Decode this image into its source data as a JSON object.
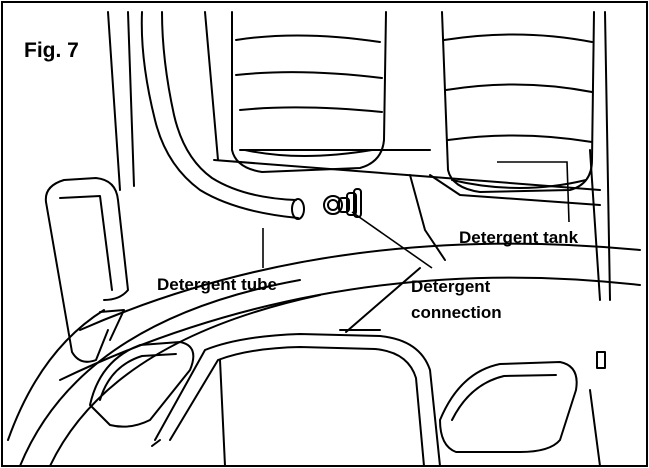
{
  "figure": {
    "label": "Fig. 7",
    "callouts": {
      "detergent_tube": "Detergent tube",
      "detergent_tank": "Detergent tank",
      "connection_line1": "Detergent",
      "connection_line2": "connection"
    }
  }
}
